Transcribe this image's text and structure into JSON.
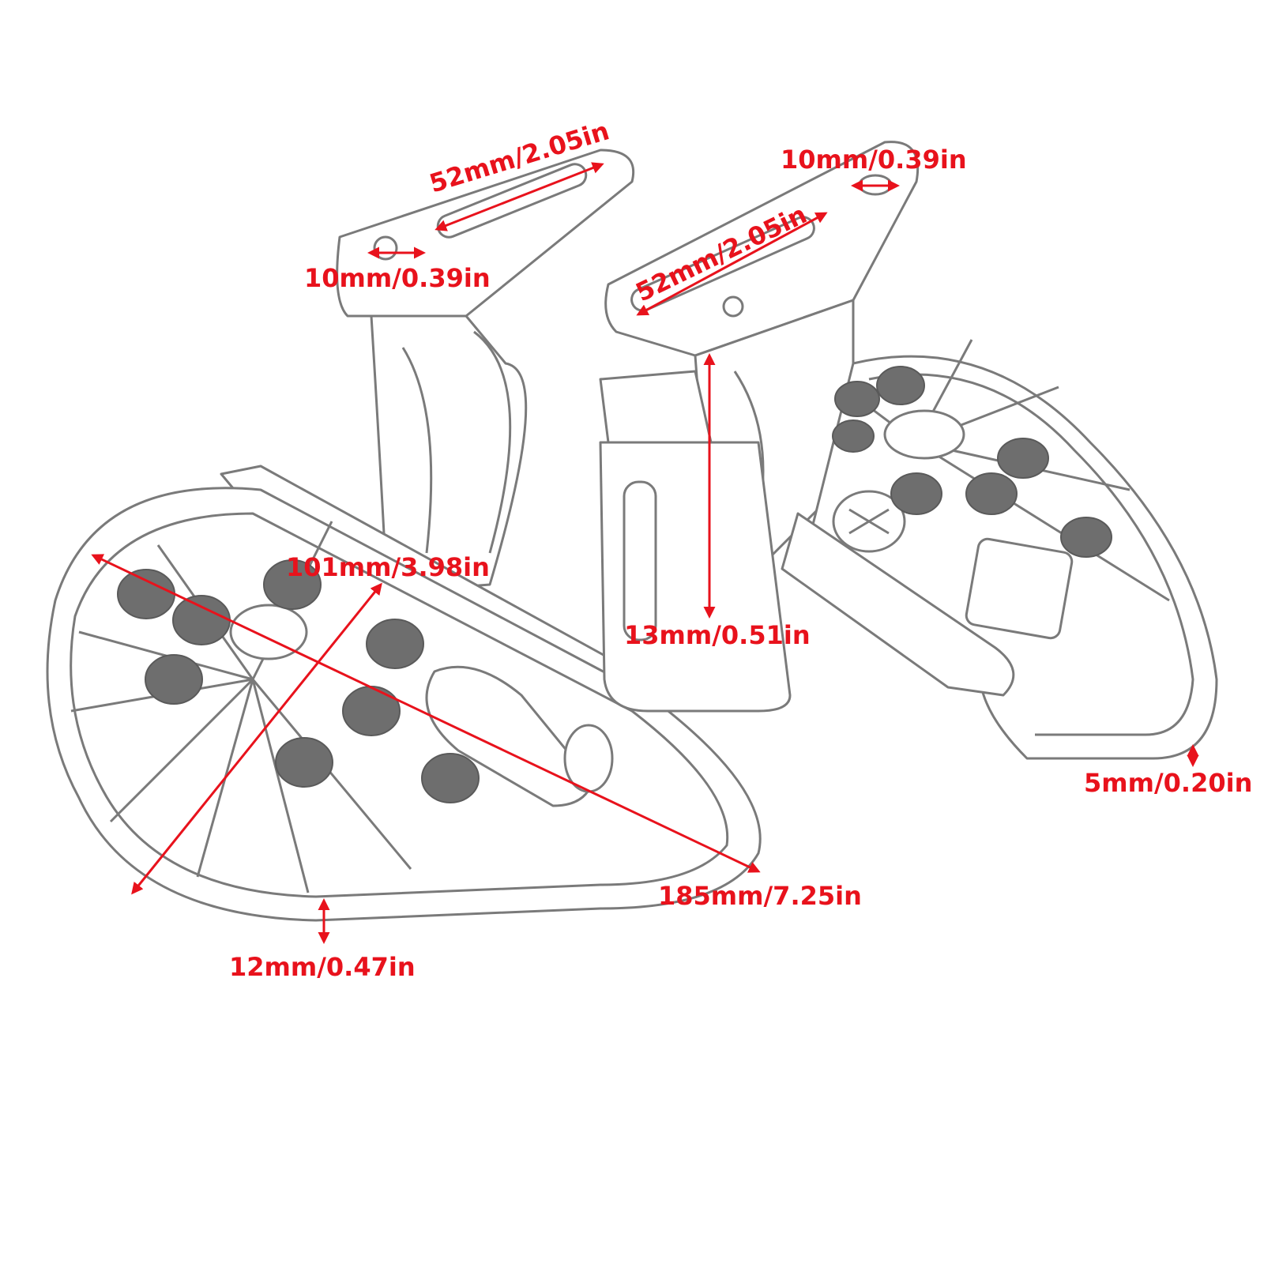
{
  "colors": {
    "dimension_red": "#e8121c",
    "outline_gray": "#7a7a7a",
    "dark_button": "#6e6e6e",
    "background": "#ffffff"
  },
  "labels": {
    "left_slot_length": "52mm/2.05in",
    "left_hole_diameter": "10mm/0.39in",
    "right_hole_diameter": "10mm/0.39in",
    "right_slot_length": "52mm/2.05in",
    "height_offset": "13mm/0.51in",
    "board_width": "101mm/3.98in",
    "board_length": "185mm/7.25in",
    "left_board_thickness": "12mm/0.47in",
    "right_board_thickness": "5mm/0.20in"
  }
}
